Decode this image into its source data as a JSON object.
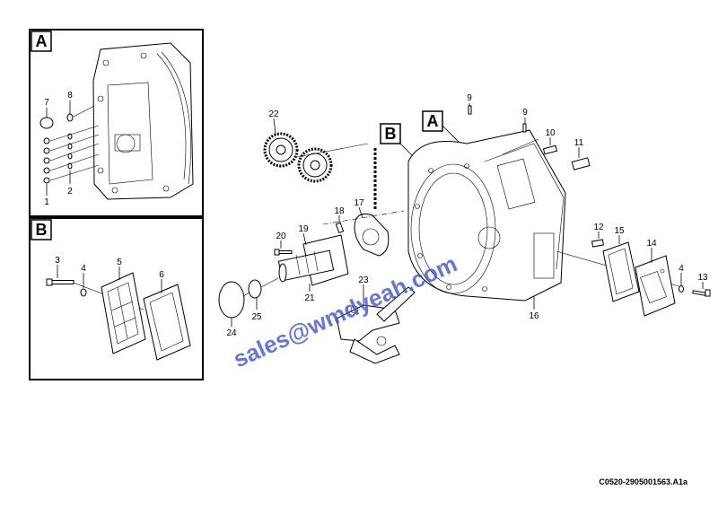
{
  "inset_a": {
    "label": "A",
    "callouts": [
      "7",
      "8",
      "1",
      "2"
    ]
  },
  "inset_b": {
    "label": "B",
    "callouts": [
      "3",
      "4",
      "5",
      "6"
    ]
  },
  "main": {
    "view_a_label": "A",
    "view_b_label": "B",
    "callouts": [
      "22",
      "9",
      "9",
      "10",
      "11",
      "17",
      "18",
      "20",
      "19",
      "12",
      "15",
      "14",
      "4",
      "13",
      "23",
      "16",
      "21",
      "25",
      "24"
    ]
  },
  "watermark": "sales@wmdyeah.com",
  "drawing_code": "C0520-2905001563.A1a"
}
